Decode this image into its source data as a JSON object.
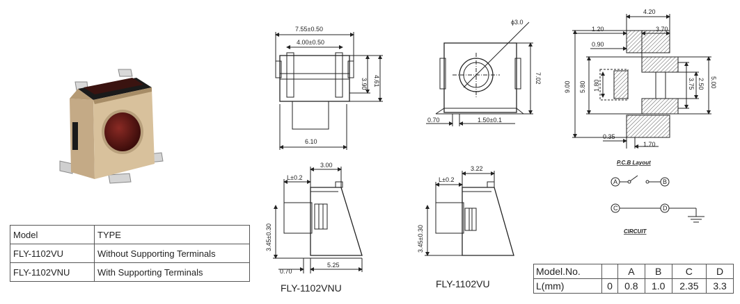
{
  "type_table": {
    "headers": [
      "Model",
      "TYPE"
    ],
    "rows": [
      [
        "FLY-1102VU",
        "Without Supporting Terminals"
      ],
      [
        "FLY-1102VNU",
        "With Supporting Terminals"
      ]
    ]
  },
  "dimension_table": {
    "row_headers": [
      "Model.No.",
      "L(mm)"
    ],
    "models": [
      "",
      "A",
      "B",
      "C",
      "D"
    ],
    "lengths": [
      "0",
      "0.8",
      "1.0",
      "2.35",
      "3.3"
    ]
  },
  "drawings": {
    "top_view": {
      "width_overall": "7.55±0.50",
      "width_inner": "4.00±0.50",
      "height_a": "3.90",
      "height_b": "4.61",
      "bottom_width": "6.10"
    },
    "front_view": {
      "diameter": "ϕ3.0",
      "height": "7.02",
      "pad": "0.70",
      "spacing": "1.50±0.1"
    },
    "pcb": {
      "top_a": "4.20",
      "top_b": "1.20",
      "top_c": "3.70",
      "top_d": "0.90",
      "left_a": "9.00",
      "left_b": "5.80",
      "left_c": "1.80",
      "right_a": "3.75",
      "right_b": "2.50",
      "right_c": "5.00",
      "bottom_a": "0.35",
      "bottom_b": "1.70",
      "label": "P.C.B Layout"
    },
    "circuit": {
      "node_a": "A",
      "node_b": "B",
      "node_c": "C",
      "node_d": "D",
      "label": "CIRCUIT"
    },
    "side_vnu": {
      "width": "3.00",
      "l_tol": "L±0.2",
      "height": "3.45±0.30",
      "pad": "0.70",
      "length": "5.25",
      "caption": "FLY-1102VNU"
    },
    "side_vu": {
      "width": "3.22",
      "l_tol": "L±0.2",
      "height": "3.45±0.30",
      "caption": "FLY-1102VU"
    }
  }
}
